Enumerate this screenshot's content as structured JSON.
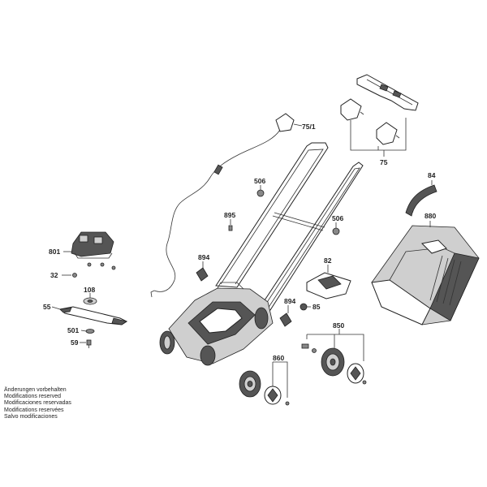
{
  "labels": {
    "l_75_1": "75/1",
    "l_75": "75",
    "l_84": "84",
    "l_880": "880",
    "l_506a": "506",
    "l_506b": "506",
    "l_895": "895",
    "l_894a": "894",
    "l_894b": "894",
    "l_82": "82",
    "l_85": "85",
    "l_801": "801",
    "l_32": "32",
    "l_108": "108",
    "l_55": "55",
    "l_501": "501",
    "l_59": "59",
    "l_850": "850",
    "l_860": "860"
  },
  "notes": [
    "Änderungen vorbehalten",
    "Modifications reserved",
    "Modificaciones reservadas",
    "Modifications reservées",
    "Salvo modificaciones"
  ]
}
